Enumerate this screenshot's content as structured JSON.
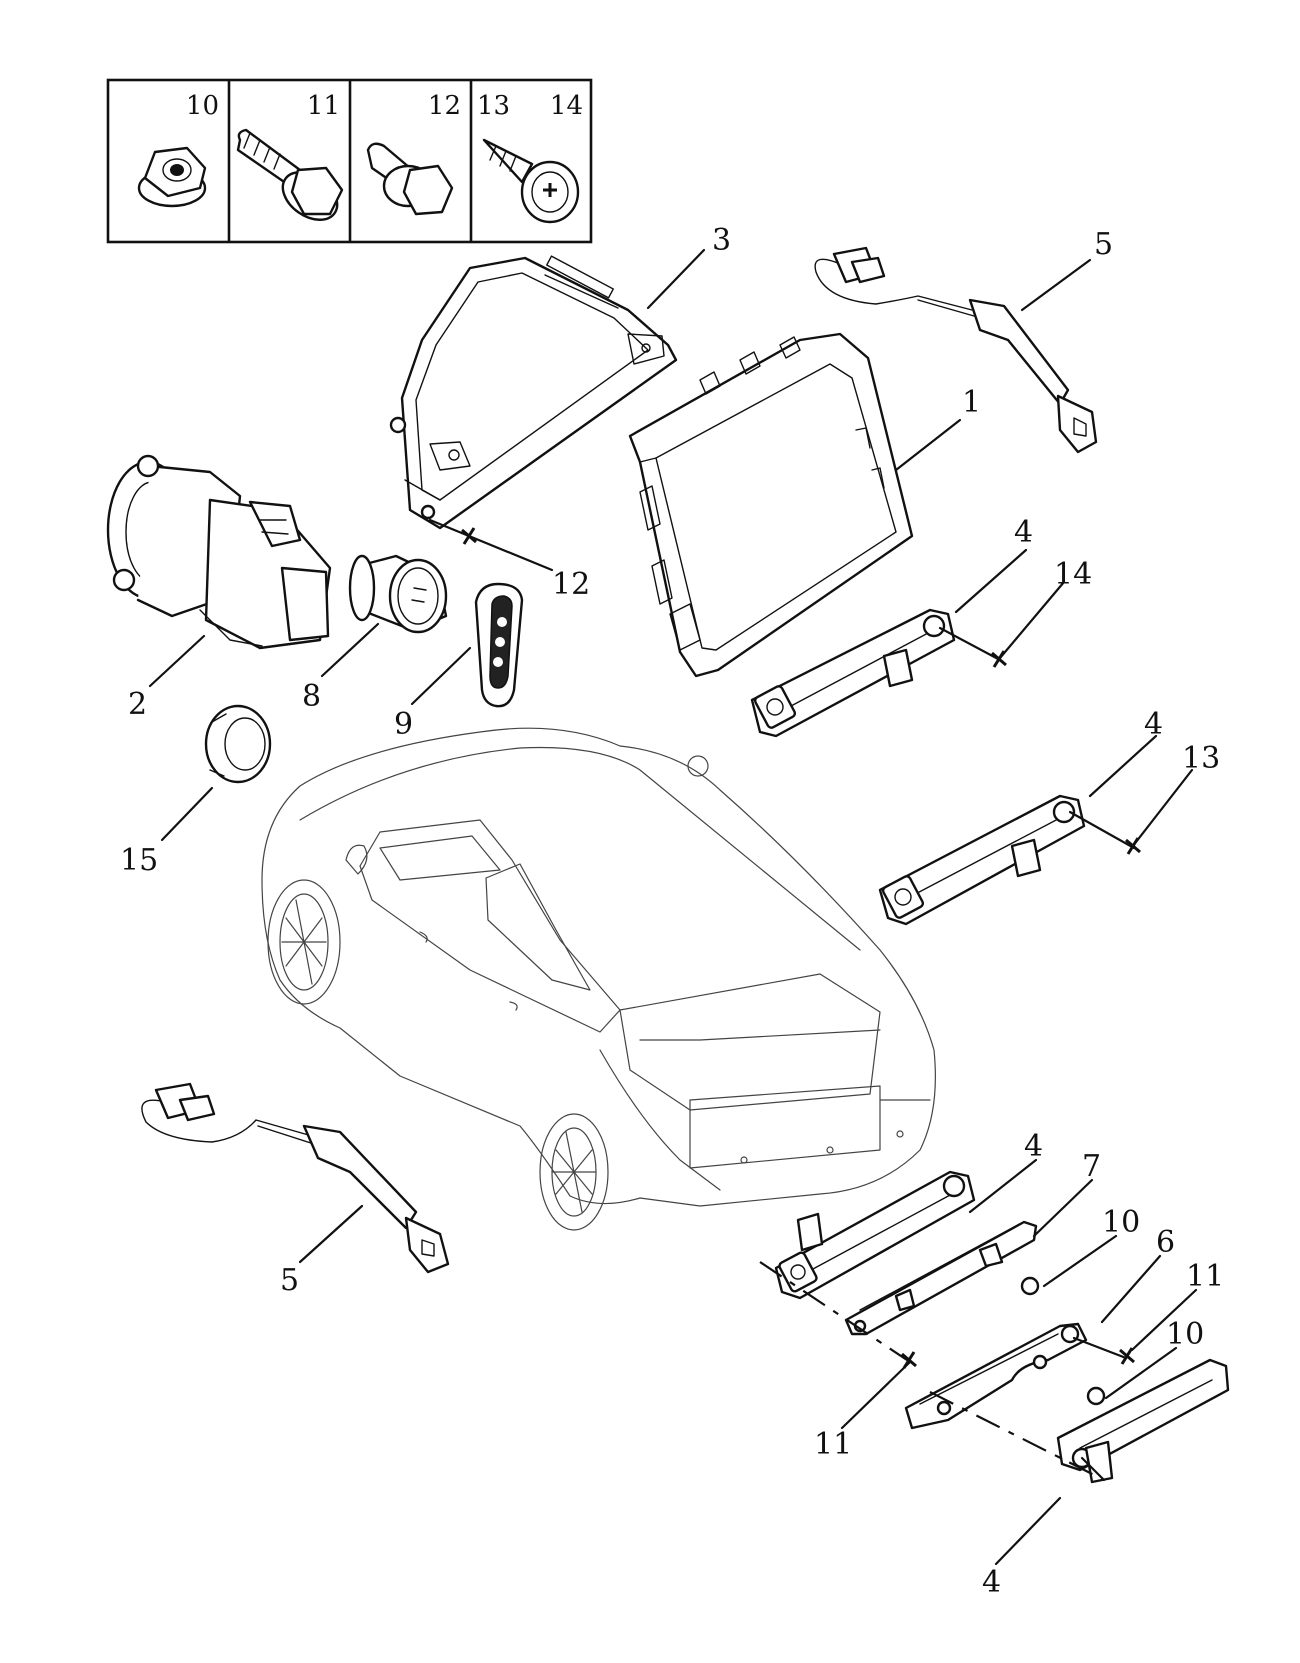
{
  "legend": {
    "cells": [
      {
        "numbers": [
          "10"
        ]
      },
      {
        "numbers": [
          "11"
        ]
      },
      {
        "numbers": [
          "12"
        ]
      },
      {
        "numbers": [
          "13",
          "14"
        ]
      }
    ]
  },
  "callouts": {
    "c1": "1",
    "c2": "2",
    "c3": "3",
    "c4a": "4",
    "c4b": "4",
    "c4c": "4",
    "c4d": "4",
    "c5a": "5",
    "c5b": "5",
    "c6": "6",
    "c7": "7",
    "c8": "8",
    "c9": "9",
    "c10a": "10",
    "c10b": "10",
    "c11a": "11",
    "c11b": "11",
    "c12": "12",
    "c13": "13",
    "c14": "14",
    "c15": "15"
  }
}
